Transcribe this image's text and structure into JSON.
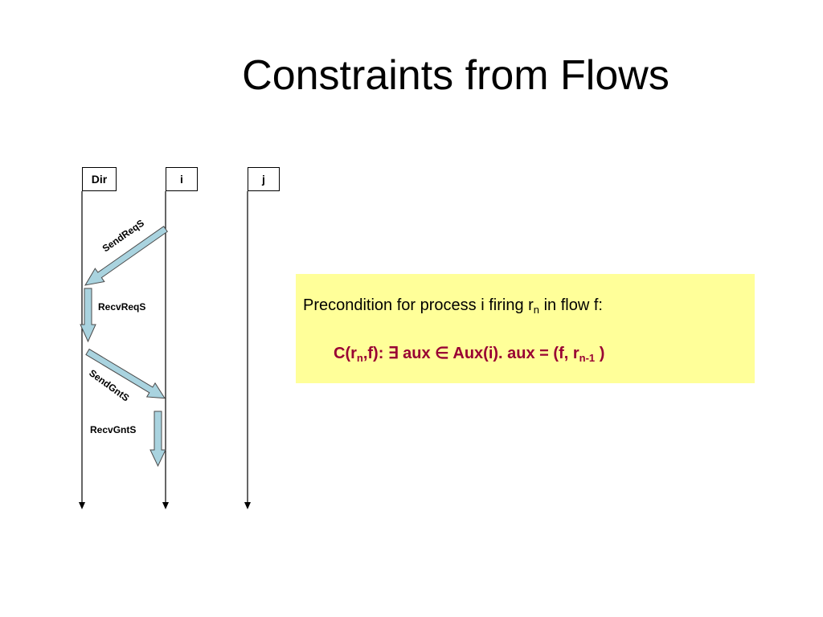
{
  "slide": {
    "title": "Constraints from Flows"
  },
  "lanes": [
    {
      "label": "Dir"
    },
    {
      "label": "i"
    },
    {
      "label": "j"
    }
  ],
  "messages": {
    "send_req": "SendReqS",
    "recv_req": "RecvReqS",
    "send_gnt": "SendGntS",
    "recv_gnt": "RecvGntS"
  },
  "note": {
    "line1_prefix": "Precondition for process i firing  r",
    "line1_sub": "n",
    "line1_suffix": " in flow f:",
    "c_open": "C(r",
    "c_sub": "n",
    "c_rest": ",f): ∃ aux ∈ Aux(i). aux = (f, r",
    "c_sub2": "n-1",
    "c_close": " )"
  },
  "colors": {
    "arrow_fill": "#a9d3df",
    "note_bg": "#ffff99",
    "formula": "#990033"
  }
}
